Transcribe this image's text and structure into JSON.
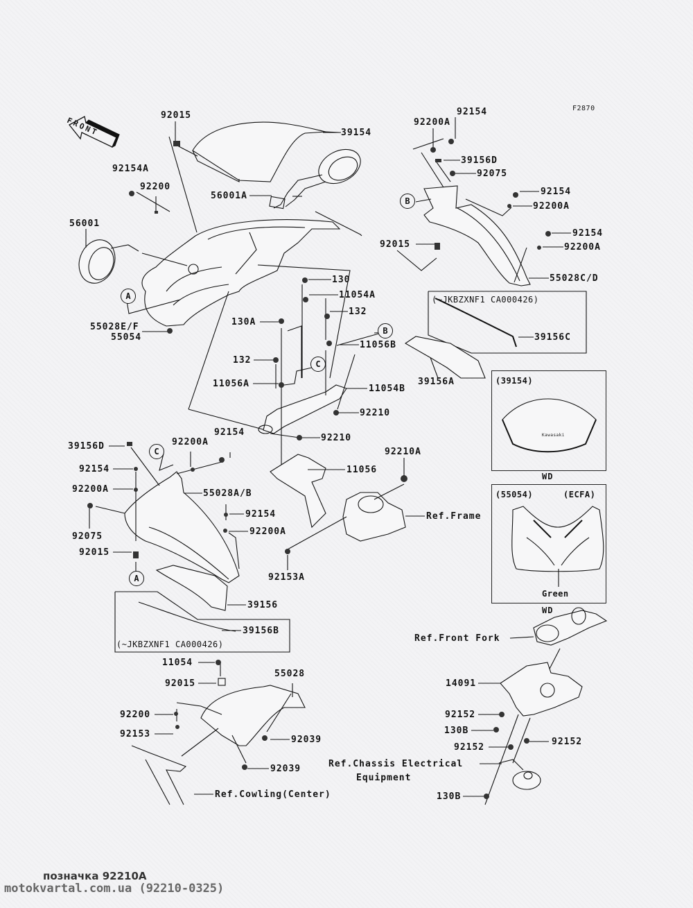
{
  "diagram": {
    "figure_code": "F2870",
    "front_marker": "FRONT",
    "callouts": {
      "A1": "A",
      "A2": "A",
      "B1": "B",
      "B2": "B",
      "C1": "C",
      "C2": "C"
    },
    "parts": {
      "p92015_top": "92015",
      "p39154": "39154",
      "p92154A": "92154A",
      "p92200": "92200",
      "p56001A": "56001A",
      "p56001": "56001",
      "p55028EF": "55028E/F",
      "p55054": "55054",
      "p92154_r1": "92154",
      "p92200A_r1": "92200A",
      "p39156D_r": "39156D",
      "p92075_r": "92075",
      "p92154_r2": "92154",
      "p92200A_r2": "92200A",
      "p92154_r3": "92154",
      "p92200A_r3": "92200A",
      "p92015_r": "92015",
      "p55028CD": "55028C/D",
      "p130": "130",
      "p11054A": "11054A",
      "p132_a": "132",
      "p130A": "130A",
      "p11056B": "11056B",
      "p132_b": "132",
      "p11056A": "11056A",
      "p11054B": "11054B",
      "p92210_a": "92210",
      "p92210_b": "92210",
      "p39156C": "39156C",
      "p39156A": "39156A",
      "p39156D_l": "39156D",
      "p92200A_l1": "92200A",
      "p92154_l1": "92154",
      "p92154_l2": "92154",
      "p92200A_l2": "92200A",
      "p55028AB": "55028A/B",
      "p92075_l": "92075",
      "p92154_l3": "92154",
      "p92200A_l3": "92200A",
      "p92015_l": "92015",
      "p11056": "11056",
      "p92210A": "92210A",
      "p92153A": "92153A",
      "ref_frame": "Ref.Frame",
      "p39156": "39156",
      "p39156B": "39156B",
      "p11054": "11054",
      "p92015_b": "92015",
      "p55028": "55028",
      "p92200_b": "92200",
      "p92153": "92153",
      "p92039_a": "92039",
      "p92039_b": "92039",
      "ref_cowling": "Ref.Cowling(Center)",
      "ref_front_fork": "Ref.Front Fork",
      "p14091": "14091",
      "p92152_a": "92152",
      "p130B_a": "130B",
      "p92152_b": "92152",
      "p92152_c": "92152",
      "ref_chassis_1": "Ref.Chassis Electrical",
      "ref_chassis_2": "Equipment",
      "p130B_b": "130B"
    },
    "boxes": {
      "serial_box_top": "(~JKBZXNF1 CA000426)",
      "serial_box_bottom": "(~JKBZXNF1 CA000426)",
      "inset_windshield_title": "(39154)",
      "inset_windshield_caption": "WD",
      "inset_cowl_title": "(55054)",
      "inset_cowl_region": "(ECFA)",
      "inset_cowl_color": "Green",
      "inset_cowl_caption": "WD",
      "windshield_logo": "Kawasaki"
    }
  },
  "footer": {
    "line1": "позначка 92210A",
    "line2": "motokvartal.com.ua (92210-0325)"
  }
}
